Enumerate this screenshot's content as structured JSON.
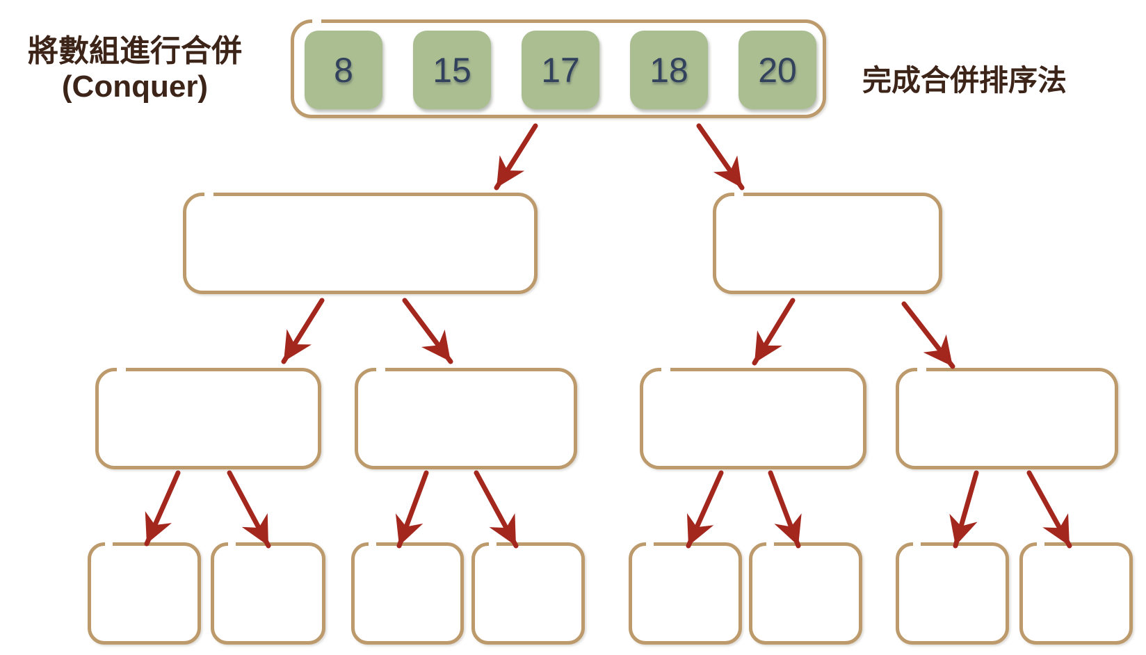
{
  "slide": {
    "title_semantic": "merge-sort-conquer-step"
  },
  "captions": {
    "left_line1": "將數組進行合併",
    "left_line2": "(Conquer)",
    "right": "完成合併排序法"
  },
  "root_array": {
    "values": [
      "8",
      "15",
      "17",
      "18",
      "20"
    ]
  },
  "tree": {
    "level2_boxes": [
      "",
      ""
    ],
    "level3_boxes": [
      "",
      "",
      "",
      ""
    ],
    "level4_boxes": [
      "",
      "",
      "",
      "",
      "",
      "",
      "",
      ""
    ]
  },
  "colors": {
    "background": "#FFFFFF",
    "box_border_tan": "#BC9A6C",
    "arrow_red": "#A3271D",
    "cell_green": "#ABBE92",
    "cell_number_navy": "#32415C",
    "caption_brown": "#3D2418"
  }
}
